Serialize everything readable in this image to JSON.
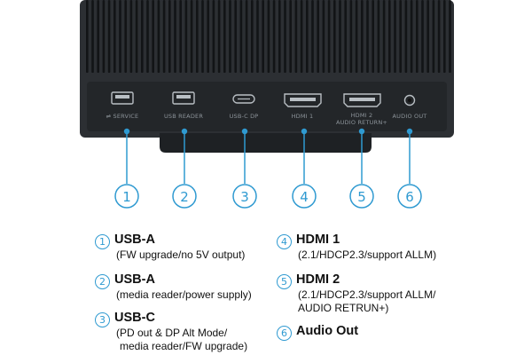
{
  "colors": {
    "accent": "#2f9ad1",
    "device_body": "#2c2f33",
    "port_panel": "#232629",
    "port_label": "#8d949a",
    "text": "#111111"
  },
  "ports": [
    {
      "id": "1",
      "panel_label": "⇌ SERVICE",
      "icon": "usb-a-port-icon"
    },
    {
      "id": "2",
      "panel_label": "USB READER",
      "icon": "usb-a-port-icon"
    },
    {
      "id": "3",
      "panel_label": "USB-C DP",
      "icon": "usb-c-port-icon"
    },
    {
      "id": "4",
      "panel_label": "HDMI 1",
      "icon": "hdmi-port-icon"
    },
    {
      "id": "5",
      "panel_label": "HDMI 2",
      "panel_label_2": "AUDIO RETURN+",
      "icon": "hdmi-port-icon"
    },
    {
      "id": "6",
      "panel_label": "AUDIO OUT",
      "icon": "audio-jack-icon"
    }
  ],
  "legend": [
    {
      "number": "1",
      "title": "USB-A",
      "desc": [
        "(FW upgrade/no 5V output)"
      ]
    },
    {
      "number": "2",
      "title": "USB-A",
      "desc": [
        "(media reader/power supply)"
      ]
    },
    {
      "number": "3",
      "title": "USB-C",
      "desc": [
        "(PD out & DP Alt Mode/",
        "media reader/FW upgrade)"
      ]
    },
    {
      "number": "4",
      "title": "HDMI 1",
      "desc": [
        "(2.1/HDCP2.3/support ALLM)"
      ]
    },
    {
      "number": "5",
      "title": "HDMI 2",
      "desc": [
        "(2.1/HDCP2.3/support ALLM/",
        "AUDIO RETRUN+)"
      ]
    },
    {
      "number": "6",
      "title": "Audio Out",
      "desc": []
    }
  ]
}
